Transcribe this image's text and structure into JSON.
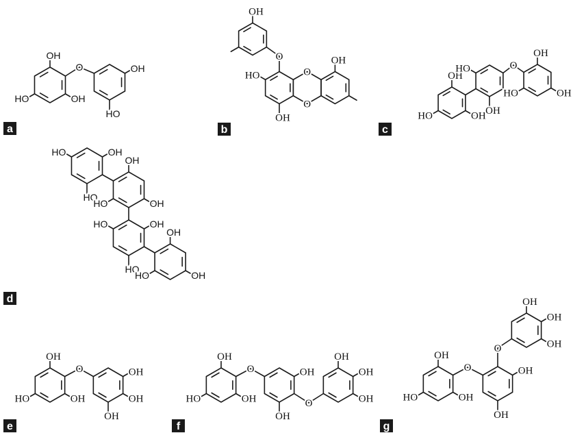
{
  "figure": {
    "panels": [
      {
        "id": "a",
        "label": "a",
        "groups": [
          "OH",
          "HO",
          "OH",
          "OH",
          "HO",
          "O"
        ]
      },
      {
        "id": "b",
        "label": "b",
        "groups": [
          "OH",
          "HO",
          "OH",
          "OH",
          "O",
          "O",
          "O"
        ]
      },
      {
        "id": "c",
        "label": "c",
        "groups": [
          "OH",
          "HO",
          "OH",
          "HO",
          "OH",
          "OH",
          "HO",
          "OH",
          "O"
        ]
      },
      {
        "id": "d",
        "label": "d",
        "groups": [
          "HO",
          "OH",
          "HO",
          "OH",
          "HO",
          "OH",
          "HO",
          "OH",
          "HO",
          "OH",
          "HO",
          "OH"
        ]
      },
      {
        "id": "e",
        "label": "e",
        "groups": [
          "OH",
          "HO",
          "OH",
          "OH",
          "OH",
          "OH",
          "O"
        ]
      },
      {
        "id": "f",
        "label": "f",
        "groups": [
          "OH",
          "HO",
          "OH",
          "OH",
          "OH",
          "OH",
          "OH",
          "OH",
          "O",
          "O"
        ]
      },
      {
        "id": "g",
        "label": "g",
        "groups": [
          "OH",
          "HO",
          "OH",
          "OH",
          "OH",
          "OH",
          "OH",
          "OH",
          "O",
          "O"
        ]
      }
    ]
  }
}
